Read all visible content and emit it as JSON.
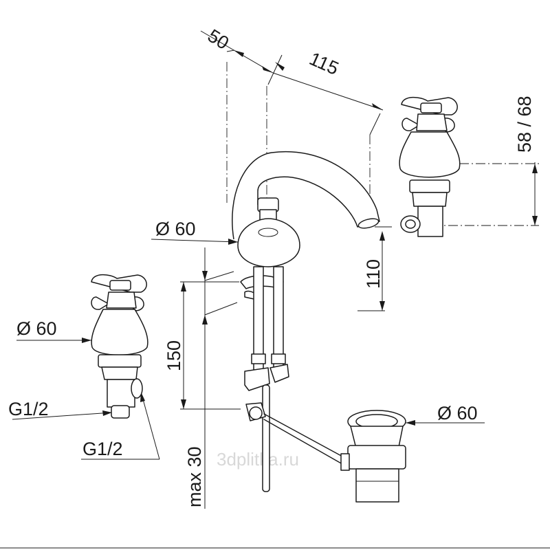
{
  "dimensions": {
    "spout_offset": "50",
    "spout_reach": "115",
    "handle_height": "58 / 68",
    "spout_height": "110",
    "spout_base_diameter": "Ø 60",
    "shank_length": "150",
    "max_deck_thickness": "max 30",
    "valve_base_diameter": "Ø 60",
    "valve_thread_1": "G1/2",
    "valve_thread_2": "G1/2",
    "drain_diameter": "Ø 60"
  },
  "watermark": "3dplitka.ru"
}
